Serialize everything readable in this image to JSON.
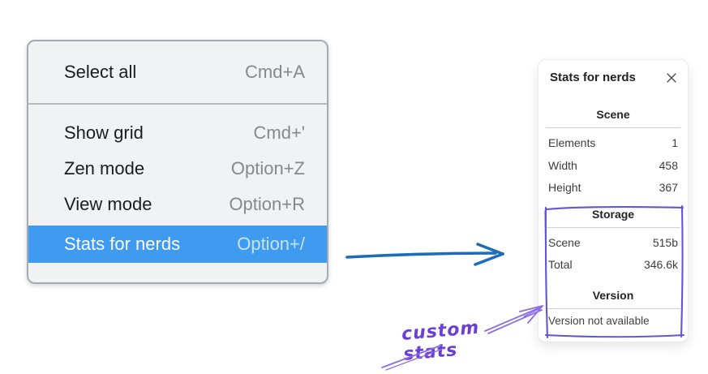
{
  "colors": {
    "menu_highlight": "#3e9bf0",
    "flow_arrow_blue": "#1d6cb7",
    "annotation_purple": "#8a6fe2",
    "annotation_text_purple": "#6b3fd4",
    "highlight_box_purple": "#6456cf"
  },
  "menu": {
    "items": [
      {
        "label": "Select all",
        "shortcut": "Cmd+A",
        "selected": false
      },
      {
        "label": "Show grid",
        "shortcut": "Cmd+'",
        "selected": false
      },
      {
        "label": "Zen mode",
        "shortcut": "Option+Z",
        "selected": false
      },
      {
        "label": "View mode",
        "shortcut": "Option+R",
        "selected": false
      },
      {
        "label": "Stats for nerds",
        "shortcut": "Option+/",
        "selected": true
      }
    ]
  },
  "panel": {
    "title": "Stats for nerds",
    "scene": {
      "heading": "Scene",
      "rows": [
        {
          "label": "Elements",
          "value": "1"
        },
        {
          "label": "Width",
          "value": "458"
        },
        {
          "label": "Height",
          "value": "367"
        }
      ]
    },
    "storage": {
      "heading": "Storage",
      "rows": [
        {
          "label": "Scene",
          "value": "515b"
        },
        {
          "label": "Total",
          "value": "346.6k"
        }
      ]
    },
    "version": {
      "heading": "Version",
      "note": "Version not available"
    }
  },
  "annotation": {
    "label": "custom stats"
  }
}
